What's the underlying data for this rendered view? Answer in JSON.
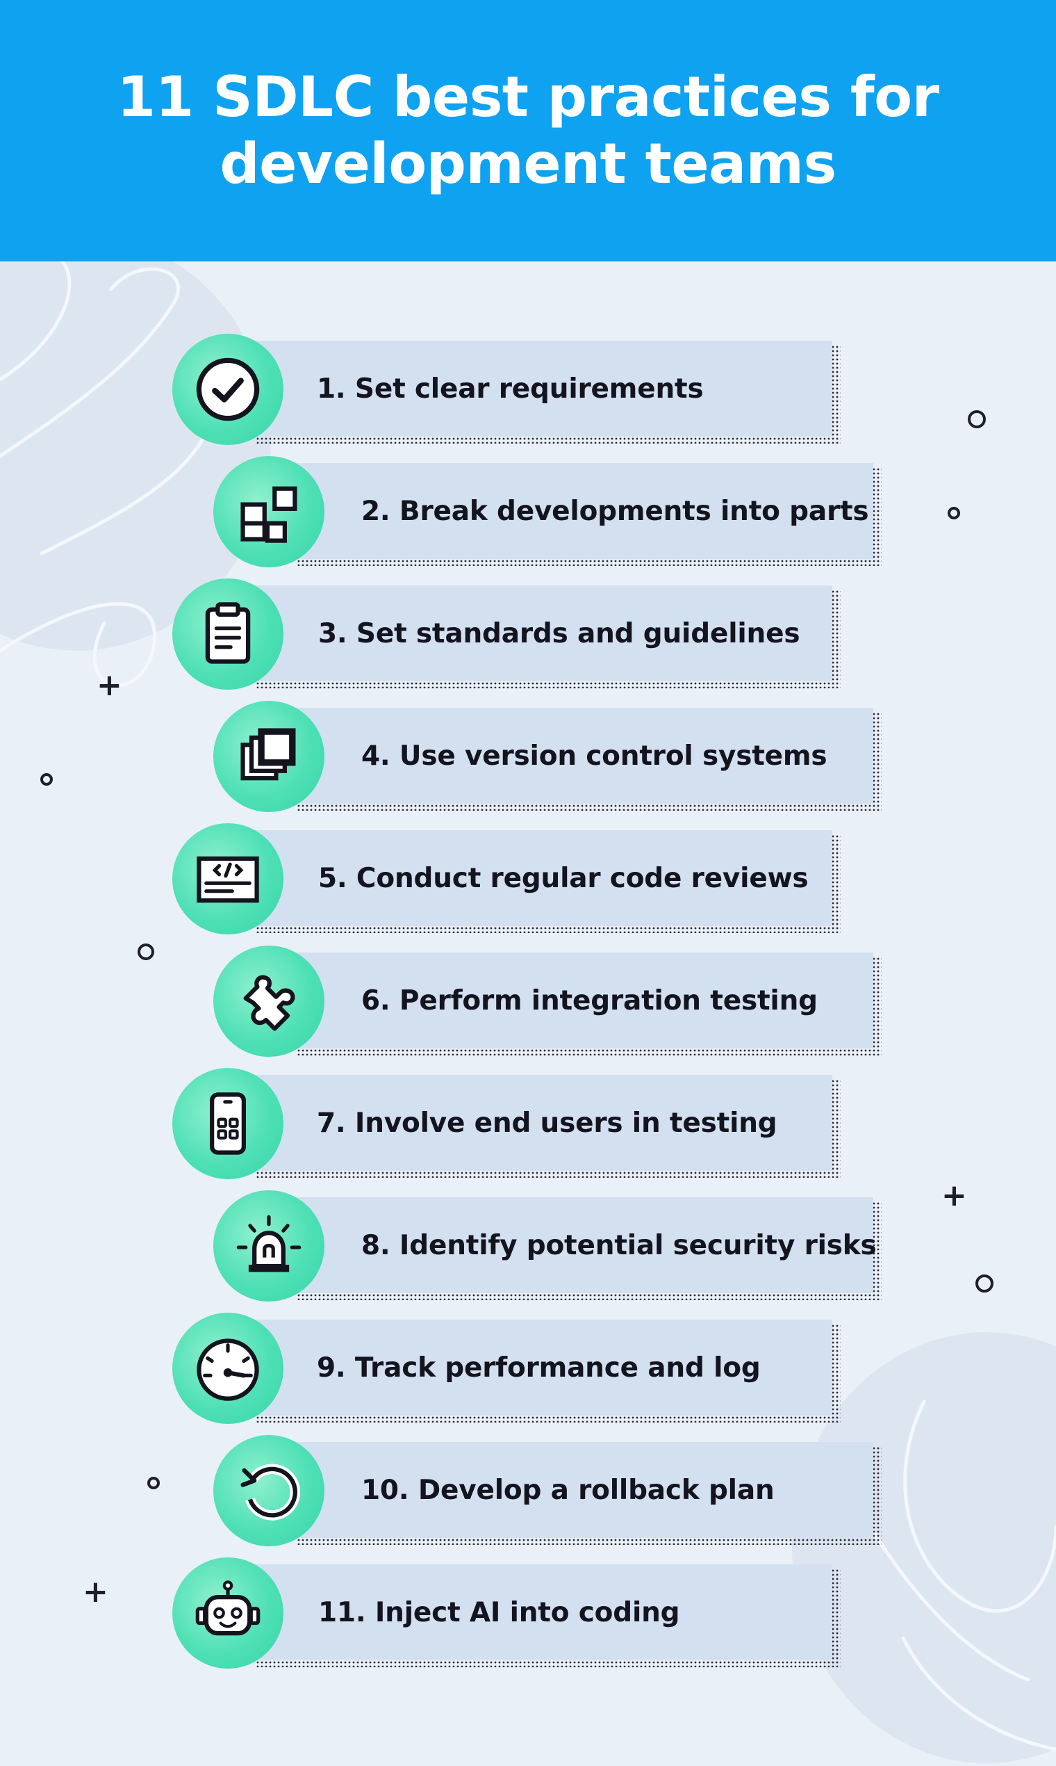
{
  "title": "11 SDLC best practices for development teams",
  "colors": {
    "header_bg": "#0ea2f0",
    "page_bg": "#eaf0f7",
    "bar_bg": "#d3e0ef",
    "icon_bg": "#4fe0b5",
    "ink": "#14141f"
  },
  "practices": [
    {
      "label": "1. Set clear requirements",
      "icon": "check-circle-icon"
    },
    {
      "label": "2. Break developments into parts",
      "icon": "blocks-icon"
    },
    {
      "label": "3. Set standards and guidelines",
      "icon": "clipboard-icon"
    },
    {
      "label": "4. Use version control systems",
      "icon": "stacked-layers-icon"
    },
    {
      "label": "5. Conduct regular code reviews",
      "icon": "code-window-icon"
    },
    {
      "label": "6. Perform integration testing",
      "icon": "puzzle-piece-icon"
    },
    {
      "label": "7. Involve end users in testing",
      "icon": "smartphone-icon"
    },
    {
      "label": "8. Identify potential security risks",
      "icon": "alarm-siren-icon"
    },
    {
      "label": "9. Track performance and log",
      "icon": "speedometer-icon"
    },
    {
      "label": "10. Develop a rollback plan",
      "icon": "rollback-arrow-icon"
    },
    {
      "label": "11. Inject AI into coding",
      "icon": "robot-icon"
    }
  ]
}
